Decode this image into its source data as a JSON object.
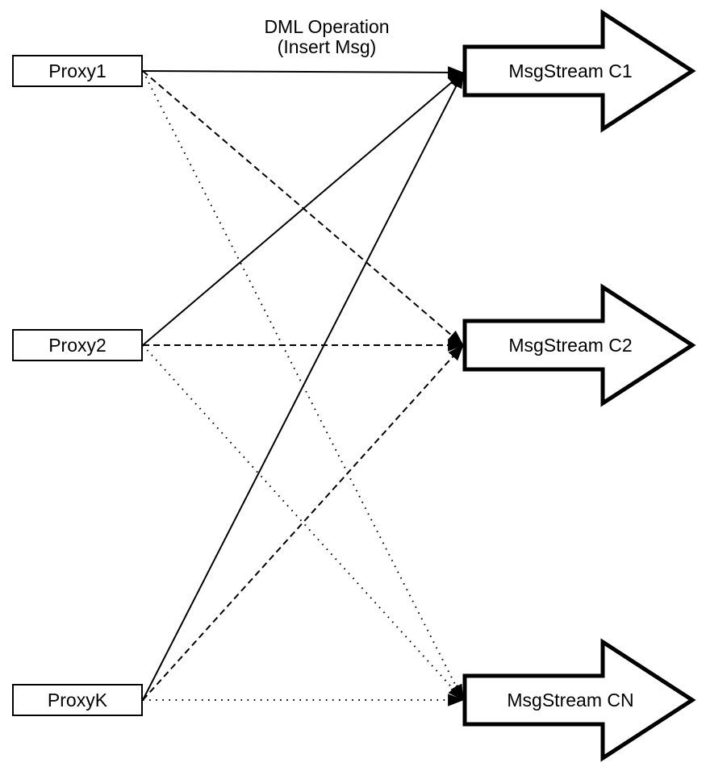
{
  "diagram": {
    "background_color": "#ffffff",
    "stroke_color": "#000000",
    "title": {
      "line1": "DML Operation",
      "line2": "(Insert Msg)"
    },
    "proxies": [
      {
        "id": "proxy1",
        "label": "Proxy1"
      },
      {
        "id": "proxy2",
        "label": "Proxy2"
      },
      {
        "id": "proxyk",
        "label": "ProxyK"
      }
    ],
    "streams": [
      {
        "id": "c1",
        "label": "MsgStream C1"
      },
      {
        "id": "c2",
        "label": "MsgStream C2"
      },
      {
        "id": "cn",
        "label": "MsgStream CN"
      }
    ],
    "edges": [
      {
        "from": "proxy1",
        "to": "c1",
        "style": "solid"
      },
      {
        "from": "proxy1",
        "to": "c2",
        "style": "dashed"
      },
      {
        "from": "proxy1",
        "to": "cn",
        "style": "dotted"
      },
      {
        "from": "proxy2",
        "to": "c1",
        "style": "solid"
      },
      {
        "from": "proxy2",
        "to": "c2",
        "style": "dashed"
      },
      {
        "from": "proxy2",
        "to": "cn",
        "style": "dotted"
      },
      {
        "from": "proxyk",
        "to": "c1",
        "style": "solid"
      },
      {
        "from": "proxyk",
        "to": "c2",
        "style": "dashed"
      },
      {
        "from": "proxyk",
        "to": "cn",
        "style": "dotted"
      }
    ]
  }
}
